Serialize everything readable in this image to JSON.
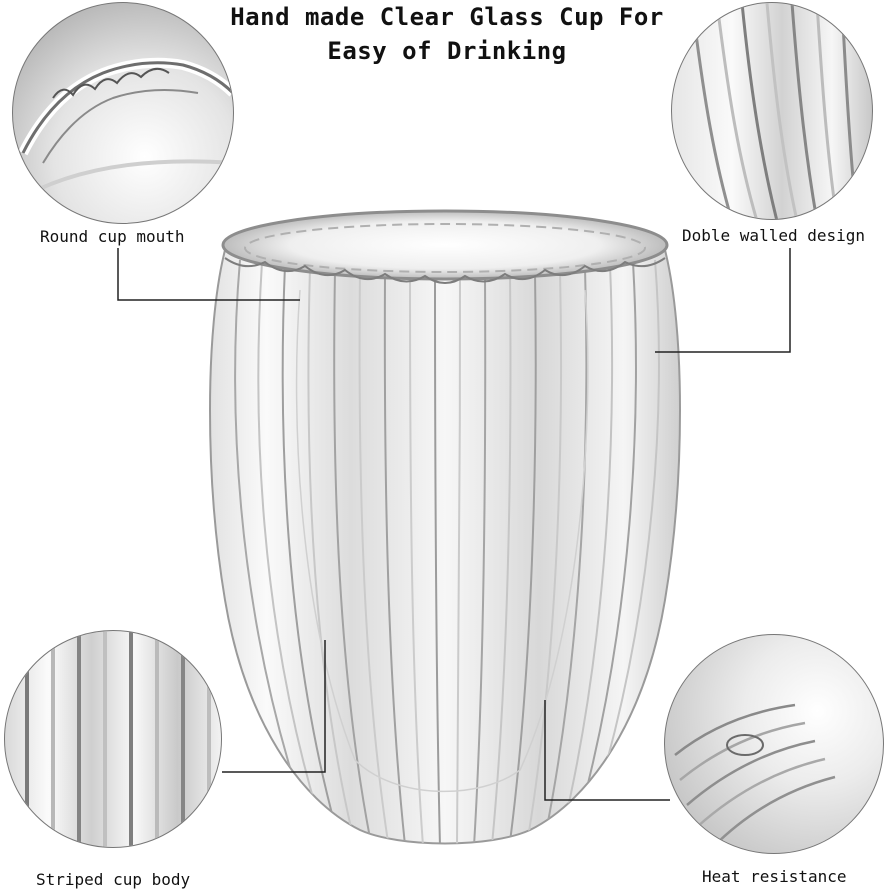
{
  "title": {
    "line1": "Hand made Clear Glass Cup For",
    "line2": "Easy of Drinking"
  },
  "callouts": {
    "top_left": "Round cup mouth",
    "top_right": "Doble walled design",
    "bottom_left": "Striped cup body",
    "bottom_right": "Heat resistance"
  },
  "colors": {
    "background": "#ffffff",
    "glass_light": "#f4f4f4",
    "glass_mid": "#cfcfcf",
    "glass_dark": "#8a8a8a",
    "leader_line": "#222222"
  }
}
